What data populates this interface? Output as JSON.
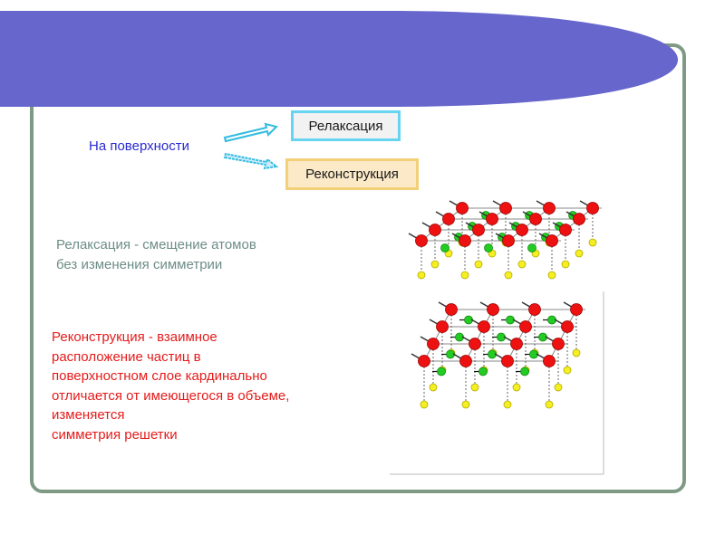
{
  "diagram": {
    "root_label": "На поверхности",
    "branches": [
      {
        "label": "Релаксация"
      },
      {
        "label": "Реконструкция"
      }
    ]
  },
  "definitions": {
    "relaxation": [
      "Релаксация - смещение атомов",
      "без изменения симметрии"
    ],
    "reconstruction": [
      "Реконструкция - взаимное",
      "расположение частиц в",
      "поверхностном слое кардинально",
      "отличается от имеющегося в объеме,",
      "изменяется",
      "симметрия решетки"
    ]
  },
  "colors": {
    "banner": "#6666cc",
    "frame": "#7f9a84",
    "root_text": "#2a2ad0",
    "relax_text": "#6d8d86",
    "recon_text": "#e51b1b",
    "relax_box_border": "#66d4f0",
    "recon_box_border": "#f3d078",
    "atom_red": "#ee1111",
    "atom_green": "#22cc22",
    "atom_yellow": "#f4ee22"
  },
  "icons": [
    "arrow-right-icon",
    "arrow-right-icon"
  ]
}
